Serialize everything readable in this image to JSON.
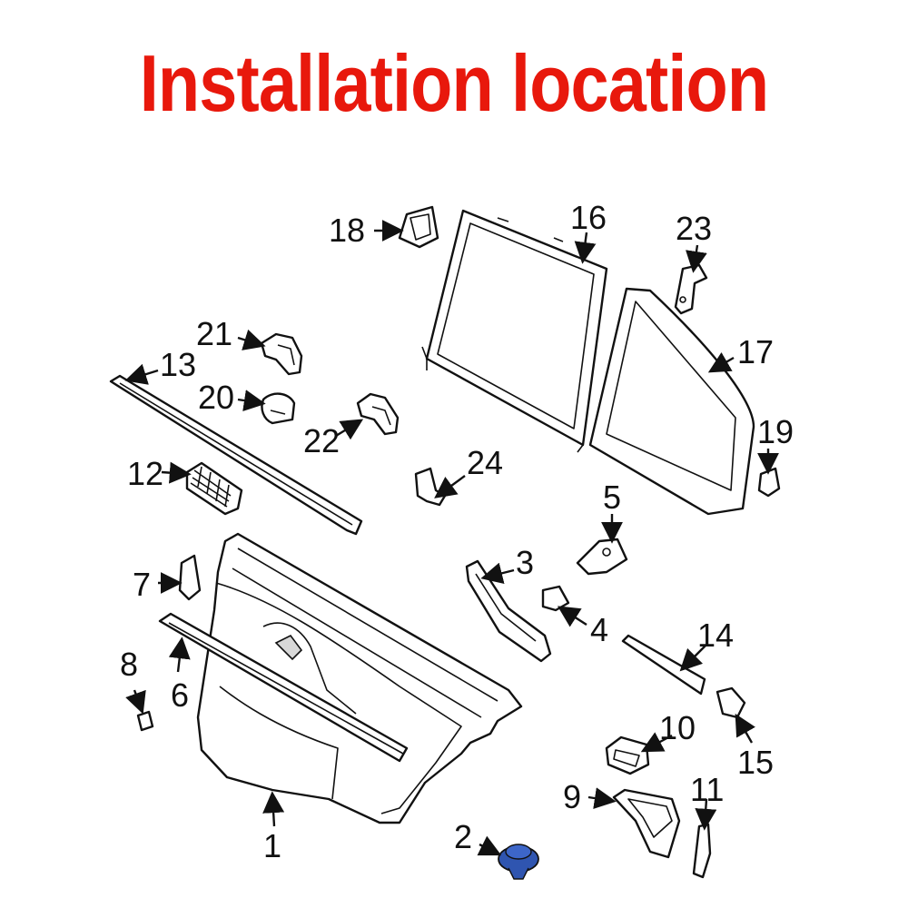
{
  "title": "Installation location",
  "colors": {
    "title": "#e8180c",
    "highlight_part": "#2f55b0",
    "line": "#111111"
  },
  "highlighted_part": "2",
  "callouts": [
    "1",
    "2",
    "3",
    "4",
    "5",
    "6",
    "7",
    "8",
    "9",
    "10",
    "11",
    "12",
    "13",
    "14",
    "15",
    "16",
    "17",
    "18",
    "19",
    "20",
    "21",
    "22",
    "23",
    "24"
  ]
}
